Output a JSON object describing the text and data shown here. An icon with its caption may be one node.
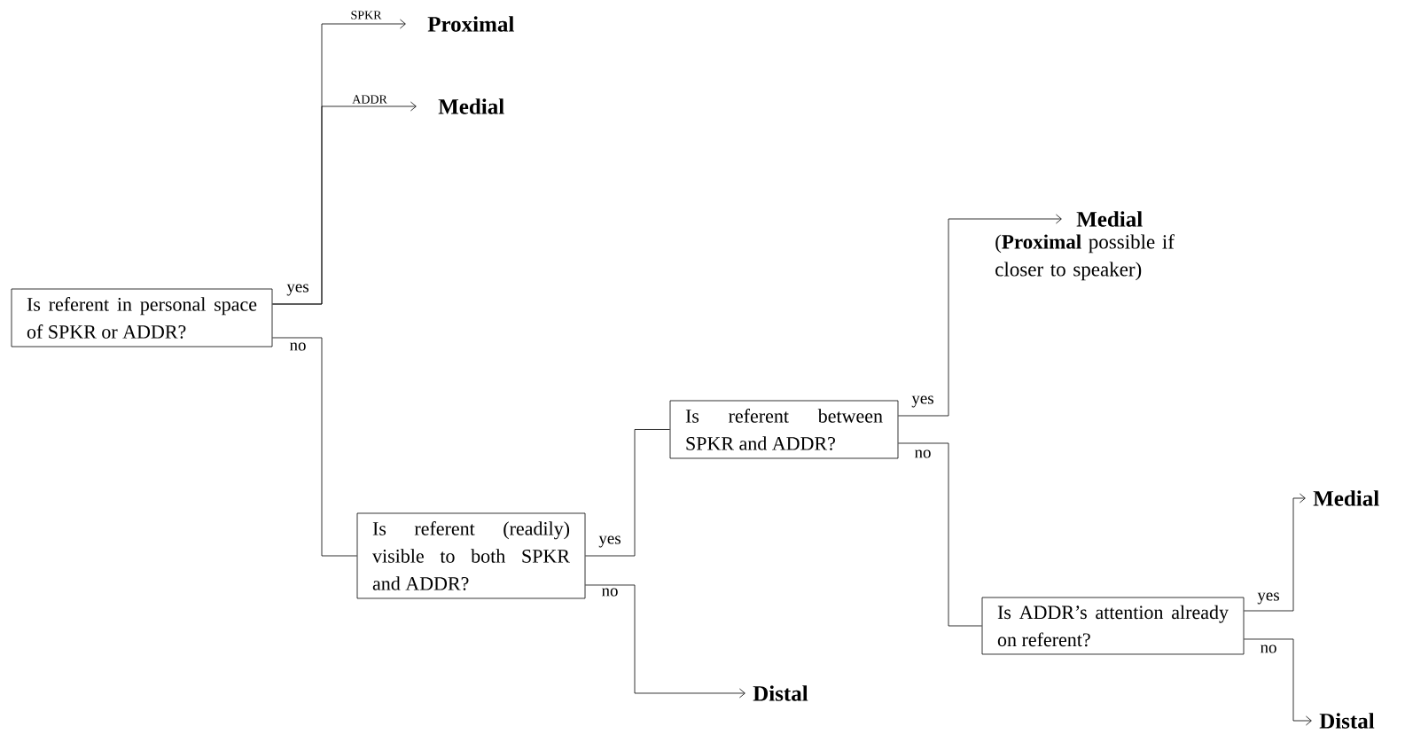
{
  "diagram": {
    "nodes": [
      {
        "text": [
          "Is referent in personal space of SPKR or ADDR?"
        ]
      },
      {
        "text": [
          "Proximal"
        ]
      },
      {
        "text": [
          "Medial"
        ]
      },
      {
        "text": [
          "Is referent (readily) visible to both SPKR and ADDR?"
        ]
      },
      {
        "text": [
          "Is referent between SPKR and ADDR?"
        ]
      },
      {
        "text": [
          "Medial",
          "(**Proximal** possible if closer to speaker)"
        ]
      },
      {
        "text": [
          "Distal"
        ]
      },
      {
        "text": [
          "Is ADDR’s attention already on referent?"
        ]
      },
      {
        "text": [
          "Medial"
        ]
      },
      {
        "text": [
          "Distal"
        ]
      }
    ],
    "edges": [
      {
        "from": 0,
        "to": 1,
        "arrow": "to",
        "label": "SPKR"
      },
      {
        "from": 0,
        "to": 2,
        "arrow": "to",
        "label": "ADDR"
      },
      {
        "from": 0,
        "to": 3,
        "arrow": "none",
        "label": "no"
      },
      {
        "from": 3,
        "to": 4,
        "arrow": "none",
        "label": "yes"
      },
      {
        "from": 3,
        "to": 6,
        "arrow": "to",
        "label": "no"
      },
      {
        "from": 4,
        "to": 5,
        "arrow": "to",
        "label": "yes"
      },
      {
        "from": 4,
        "to": 7,
        "arrow": "none",
        "label": "no"
      },
      {
        "from": 7,
        "to": 8,
        "arrow": "to",
        "label": "yes"
      },
      {
        "from": 7,
        "to": 9,
        "arrow": "to",
        "label": "no"
      }
    ],
    "labels": [
      "yes"
    ]
  }
}
